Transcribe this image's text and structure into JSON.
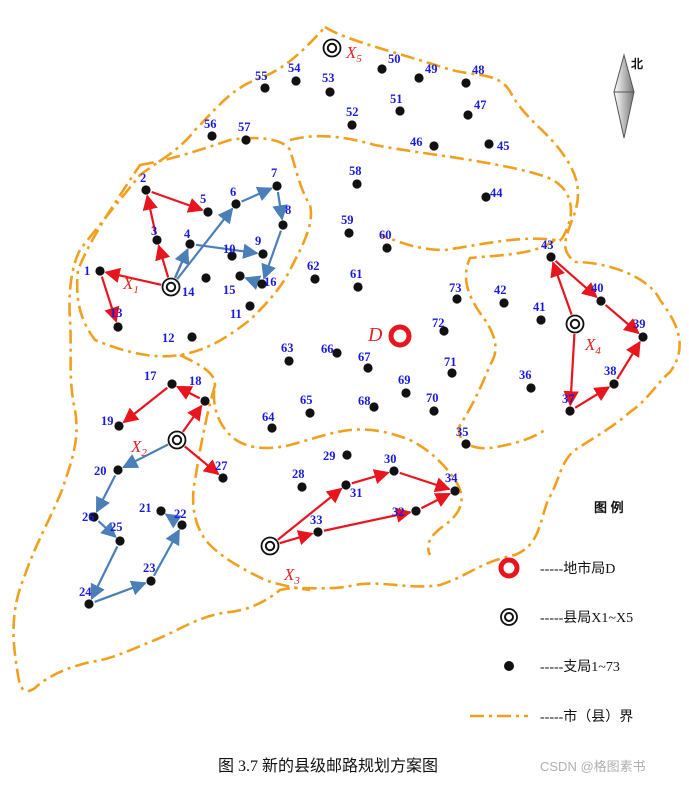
{
  "north_label": "北",
  "city": {
    "label": "D"
  },
  "counties": [
    {
      "id": "X1",
      "label": "X",
      "sub": "1"
    },
    {
      "id": "X2",
      "label": "X",
      "sub": "2"
    },
    {
      "id": "X3",
      "label": "X",
      "sub": "3"
    },
    {
      "id": "X4",
      "label": "X",
      "sub": "4"
    },
    {
      "id": "X5",
      "label": "X",
      "sub": "5"
    }
  ],
  "branches": [
    "1",
    "2",
    "3",
    "4",
    "5",
    "6",
    "7",
    "8",
    "9",
    "10",
    "11",
    "12",
    "13",
    "14",
    "15",
    "16",
    "17",
    "18",
    "19",
    "20",
    "21",
    "22",
    "23",
    "24",
    "25",
    "26",
    "27",
    "28",
    "29",
    "30",
    "31",
    "32",
    "33",
    "34",
    "35",
    "36",
    "37",
    "38",
    "39",
    "40",
    "41",
    "42",
    "43",
    "44",
    "45",
    "46",
    "47",
    "48",
    "49",
    "50",
    "51",
    "52",
    "53",
    "54",
    "55",
    "56",
    "57",
    "58",
    "59",
    "60",
    "61",
    "62",
    "63",
    "64",
    "65",
    "66",
    "67",
    "68",
    "69",
    "70",
    "71",
    "72",
    "73"
  ],
  "routes": {
    "red": [
      [
        "X1",
        "1",
        "13"
      ],
      [
        "X1",
        "3",
        "2",
        "5"
      ],
      [
        "X1",
        "4"
      ],
      [
        "X2",
        "18",
        "17",
        "19"
      ],
      [
        "X2",
        "27"
      ],
      [
        "X3",
        "33",
        "32",
        "34"
      ],
      [
        "X3",
        "31",
        "30",
        "34"
      ],
      [
        "X4",
        "37",
        "38",
        "39"
      ],
      [
        "X4",
        "43",
        "40",
        "39"
      ]
    ],
    "blue": [
      [
        "X1",
        "6",
        "7",
        "8",
        "16",
        "15"
      ],
      [
        "X1",
        "4",
        "9"
      ],
      [
        "X2",
        "20",
        "26",
        "25",
        "24",
        "23",
        "22",
        "21"
      ]
    ]
  },
  "legend": {
    "title": "图 例",
    "items": [
      {
        "key": "city",
        "text": "-----地市局D"
      },
      {
        "key": "county",
        "text": "-----县局X1~X5"
      },
      {
        "key": "branch",
        "text": "-----支局1~73"
      },
      {
        "key": "boundary",
        "text": "-----市（县）界"
      }
    ]
  },
  "caption": "图 3.7  新的县级邮路规划方案图",
  "watermark": "CSDN @格图素书",
  "colors": {
    "boundary": "#f0a01e",
    "red": "#e8141e",
    "blue": "#4a7fb8",
    "label": "#1a1adf",
    "county": "#e32222"
  }
}
